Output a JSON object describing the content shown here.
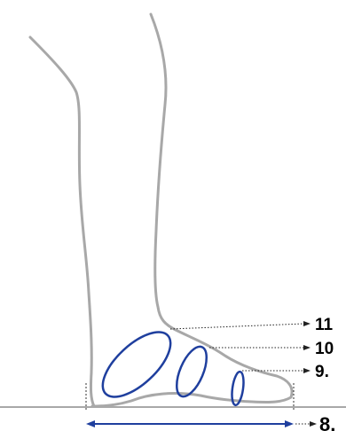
{
  "labels": {
    "ball_girth": "11",
    "instep_girth": "10",
    "toe_girth": "9.",
    "foot_length": "8."
  },
  "colors": {
    "outline": "#a8a8a8",
    "measure": "#1f3f9e",
    "leader": "#222222",
    "text": "#000000"
  }
}
